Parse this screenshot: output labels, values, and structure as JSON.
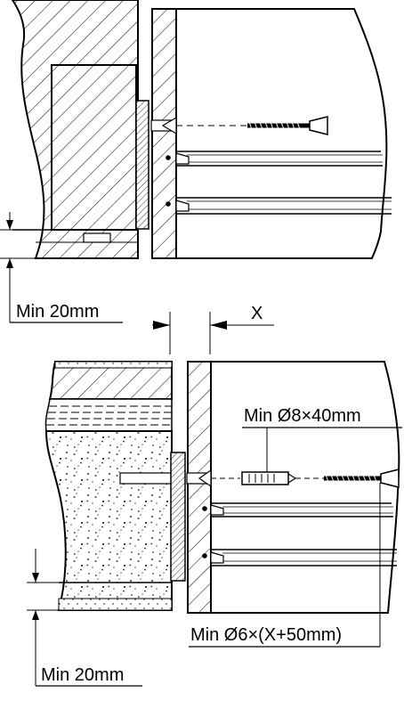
{
  "top_view": {
    "min_gap_label": "Min 20mm"
  },
  "bottom_view": {
    "gap_label": "X",
    "plug_label": "Min Ø8×40mm",
    "screw_label": "Min Ø6×(X+50mm)",
    "min_gap_label": "Min 20mm"
  }
}
